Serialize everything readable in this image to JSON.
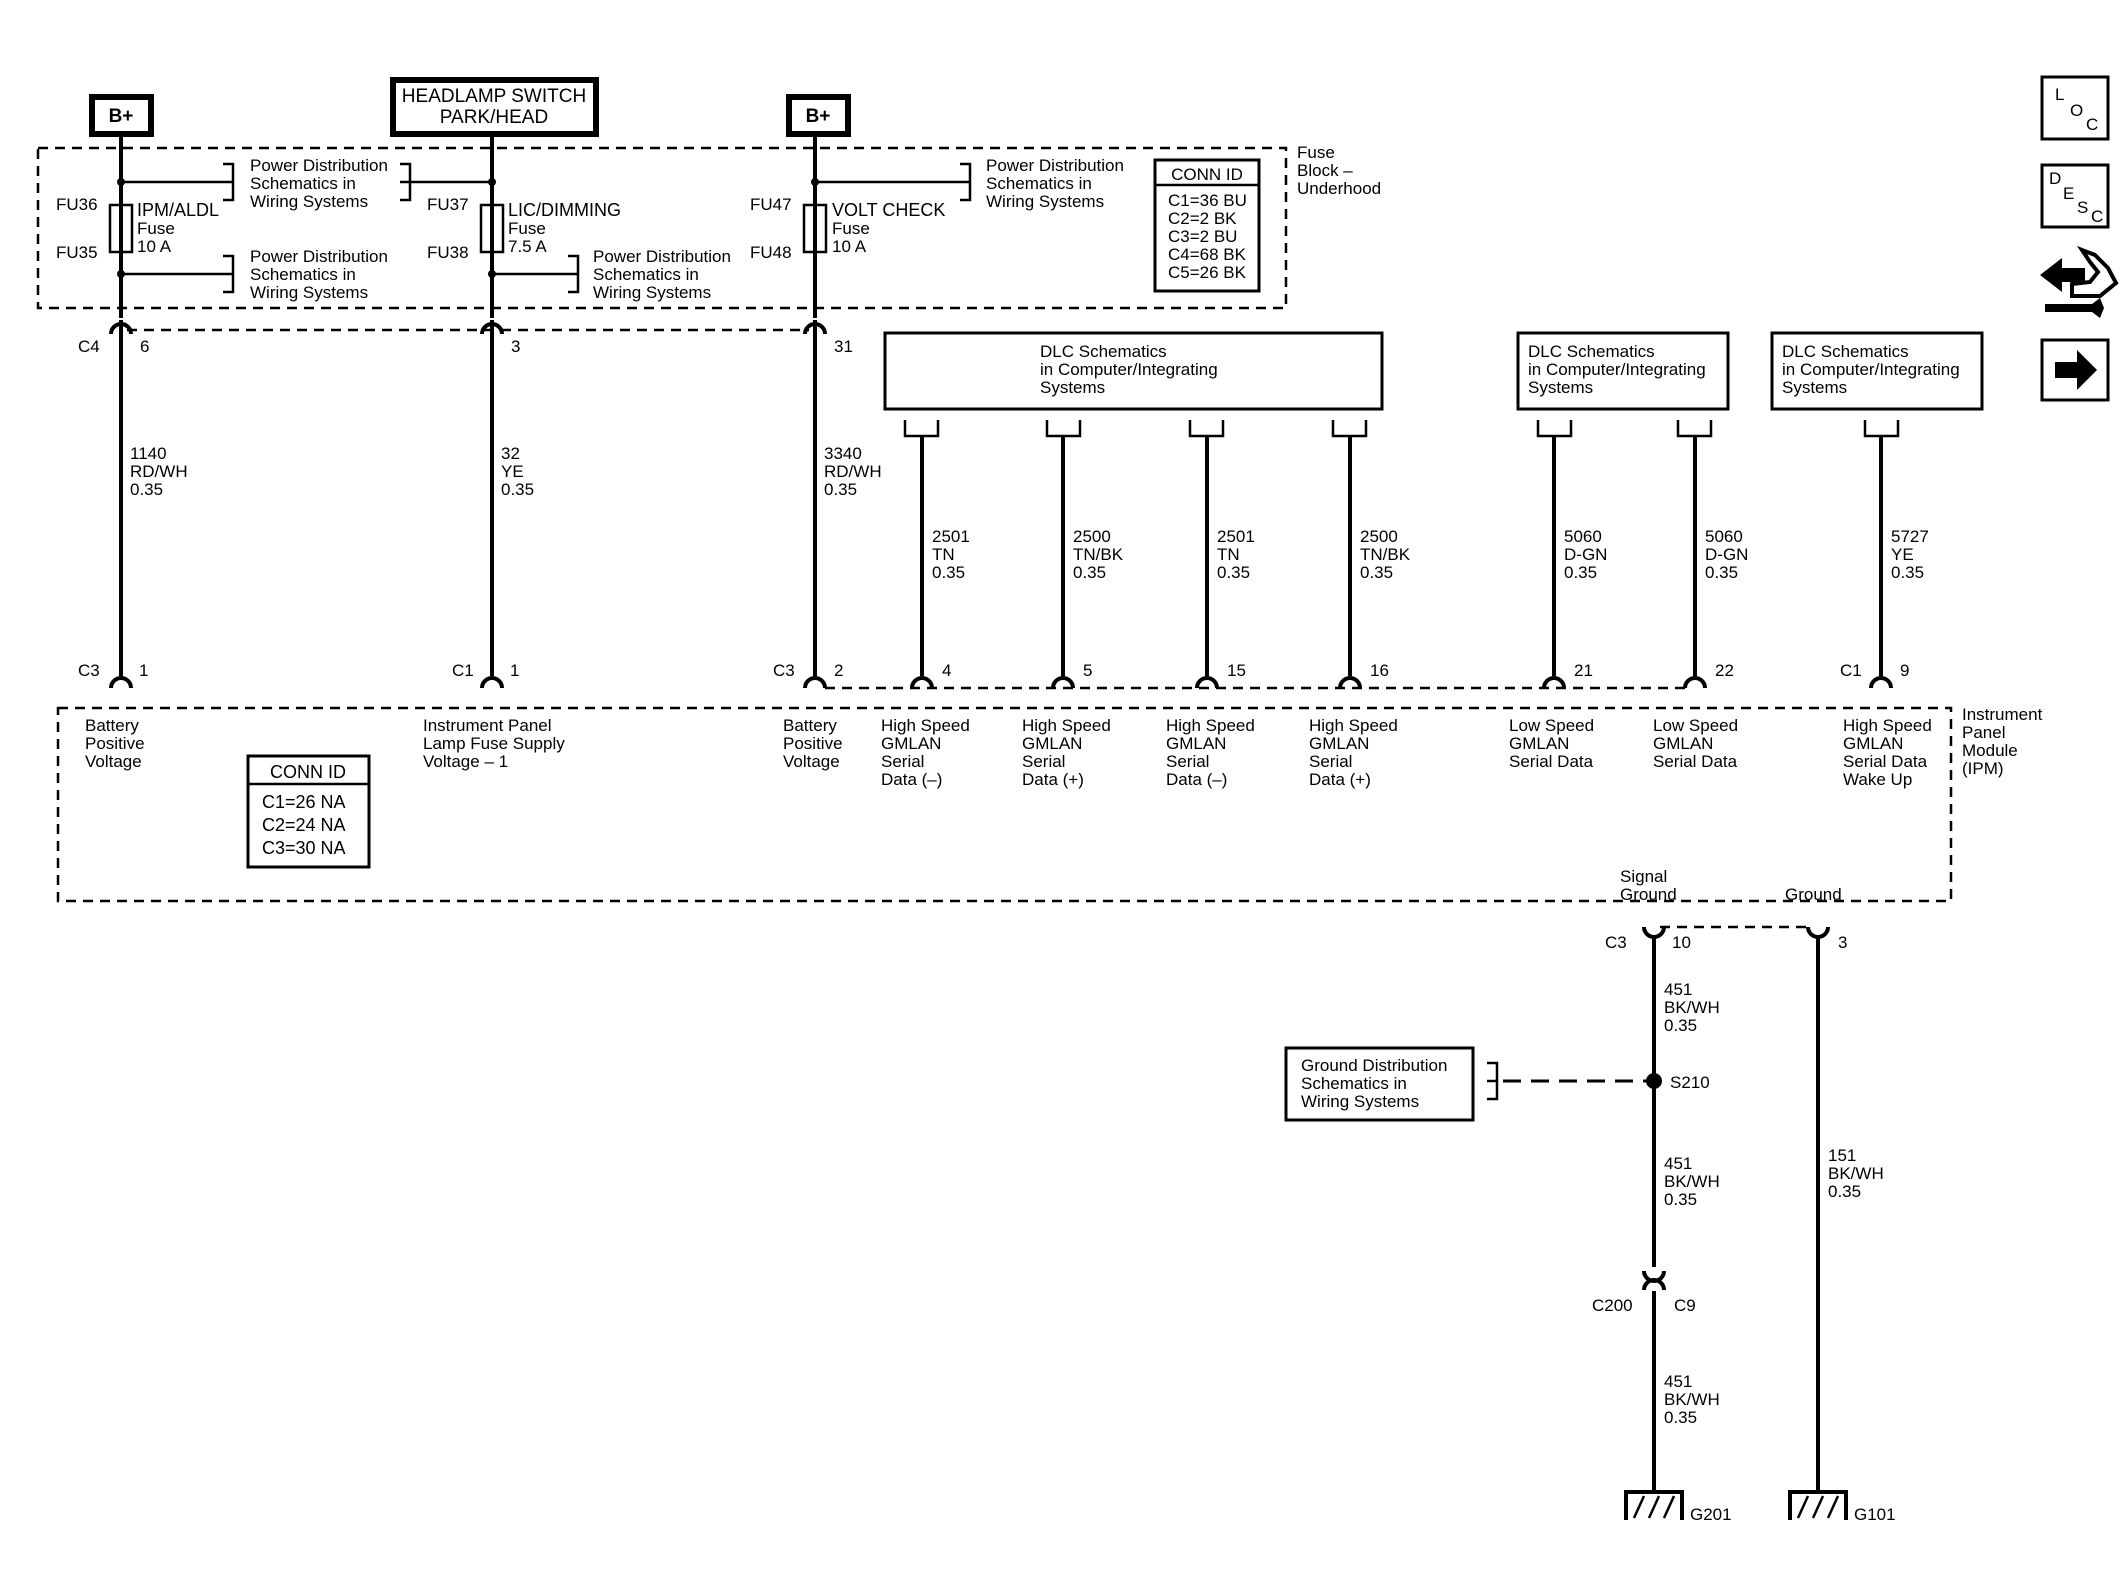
{
  "header_boxes": {
    "bplus_left": "B+",
    "headlamp_line1": "HEADLAMP SWITCH",
    "headlamp_line2": "PARK/HEAD",
    "bplus_right": "B+"
  },
  "fuse_block": {
    "title": [
      "Fuse",
      "Block –",
      "Underhood"
    ],
    "fuses": [
      {
        "ids": [
          "FU36",
          "FU35"
        ],
        "name": "IPM/ALDL",
        "type": "Fuse",
        "rating": "10 A"
      },
      {
        "ids": [
          "FU37",
          "FU38"
        ],
        "name": "LIC/DIMMING",
        "type": "Fuse",
        "rating": "7.5 A"
      },
      {
        "ids": [
          "FU47",
          "FU48"
        ],
        "name": "VOLT CHECK",
        "type": "Fuse",
        "rating": "10 A"
      }
    ],
    "power_dist_ref": [
      "Power Distribution",
      "Schematics in",
      "Wiring Systems"
    ],
    "conn_id": {
      "title": "CONN ID",
      "rows": [
        "C1=36 BU",
        "C2=2 BK",
        "C3=2 BU",
        "C4=68 BK",
        "C5=26 BK"
      ]
    },
    "pins": [
      {
        "connector": "C4",
        "pin": "6"
      },
      {
        "connector": "",
        "pin": "3"
      },
      {
        "connector": "",
        "pin": "31"
      }
    ]
  },
  "dlc_ref": [
    "DLC Schematics",
    "in Computer/Integrating",
    "Systems"
  ],
  "wires_top": [
    [
      "1140",
      "RD/WH",
      "0.35"
    ],
    [
      "32",
      "YE",
      "0.35"
    ],
    [
      "3340",
      "RD/WH",
      "0.35"
    ],
    [
      "2501",
      "TN",
      "0.35"
    ],
    [
      "2500",
      "TN/BK",
      "0.35"
    ],
    [
      "2501",
      "TN",
      "0.35"
    ],
    [
      "2500",
      "TN/BK",
      "0.35"
    ],
    [
      "5060",
      "D-GN",
      "0.35"
    ],
    [
      "5060",
      "D-GN",
      "0.35"
    ],
    [
      "5727",
      "YE",
      "0.35"
    ]
  ],
  "ipm": {
    "title": [
      "Instrument",
      "Panel",
      "Module",
      "(IPM)"
    ],
    "pins": [
      {
        "connector": "C3",
        "pin": "1",
        "label": [
          "Battery",
          "Positive",
          "Voltage"
        ]
      },
      {
        "connector": "C1",
        "pin": "1",
        "label": [
          "Instrument Panel",
          "Lamp Fuse Supply",
          "Voltage – 1"
        ]
      },
      {
        "connector": "C3",
        "pin": "2",
        "label": [
          "Battery",
          "Positive",
          "Voltage"
        ]
      },
      {
        "connector": "",
        "pin": "4",
        "label": [
          "High Speed",
          "GMLAN",
          "Serial",
          "Data (–)"
        ]
      },
      {
        "connector": "",
        "pin": "5",
        "label": [
          "High Speed",
          "GMLAN",
          "Serial",
          "Data (+)"
        ]
      },
      {
        "connector": "",
        "pin": "15",
        "label": [
          "High Speed",
          "GMLAN",
          "Serial",
          "Data (–)"
        ]
      },
      {
        "connector": "",
        "pin": "16",
        "label": [
          "High Speed",
          "GMLAN",
          "Serial",
          "Data (+)"
        ]
      },
      {
        "connector": "",
        "pin": "21",
        "label": [
          "Low Speed",
          "GMLAN",
          "Serial Data"
        ]
      },
      {
        "connector": "",
        "pin": "22",
        "label": [
          "Low Speed",
          "GMLAN",
          "Serial Data"
        ]
      },
      {
        "connector": "C1",
        "pin": "9",
        "label": [
          "High Speed",
          "GMLAN",
          "Serial Data",
          "Wake Up"
        ]
      }
    ],
    "conn_id": {
      "title": "CONN ID",
      "rows": [
        "C1=26 NA",
        "C2=24 NA",
        "C3=30 NA"
      ]
    },
    "signal_ground": [
      "Signal",
      "Ground"
    ],
    "ground": "Ground",
    "bottom_pins": [
      {
        "connector": "C3",
        "pin": "10"
      },
      {
        "connector": "",
        "pin": "3"
      }
    ]
  },
  "ground_section": {
    "wire_451": [
      "451",
      "BK/WH",
      "0.35"
    ],
    "wire_151": [
      "151",
      "BK/WH",
      "0.35"
    ],
    "splice": "S210",
    "ground_dist_ref": [
      "Ground Distribution",
      "Schematics in",
      "Wiring Systems"
    ],
    "inline_connector": {
      "left": "C200",
      "right": "C9"
    },
    "grounds": [
      "G201",
      "G101"
    ]
  },
  "side_icons": [
    {
      "name": "loc-icon",
      "letters": [
        "L",
        "O",
        "C"
      ]
    },
    {
      "name": "desc-icon",
      "letters": [
        "D",
        "E",
        "S",
        "C"
      ]
    },
    {
      "name": "tools-icon"
    },
    {
      "name": "arrow-right-icon"
    }
  ]
}
